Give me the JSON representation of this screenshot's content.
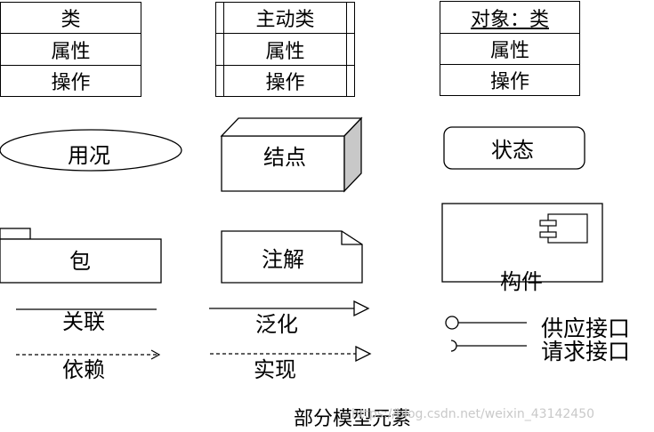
{
  "class": {
    "name": "类",
    "attrs": "属性",
    "ops": "操作"
  },
  "active_class": {
    "name": "主动类",
    "attrs": "属性",
    "ops": "操作"
  },
  "object": {
    "name": "对象：类",
    "attrs": "属性",
    "ops": "操作"
  },
  "use_case": "用况",
  "node": "结点",
  "state": "状态",
  "package": "包",
  "note": "注解",
  "component": "构件",
  "relations": {
    "association": "关联",
    "dependency": "依赖",
    "generalization": "泛化",
    "realization": "实现"
  },
  "interfaces": {
    "provided": "供应接口",
    "required": "请求接口"
  },
  "caption": "部分模型元素",
  "watermark": "https://blog.csdn.net/weixin_43142450"
}
